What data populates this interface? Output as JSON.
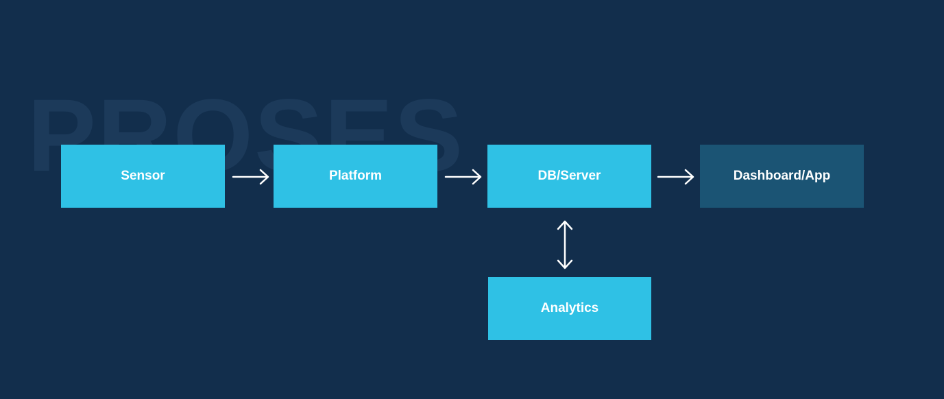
{
  "watermark": "PROSES",
  "nodes": {
    "sensor": "Sensor",
    "platform": "Platform",
    "db_server": "DB/Server",
    "dashboard": "Dashboard/App",
    "analytics": "Analytics"
  },
  "colors": {
    "background": "#122e4c",
    "node_primary": "#2fc1e5",
    "node_output": "#1b5474",
    "arrow": "#ffffff"
  }
}
